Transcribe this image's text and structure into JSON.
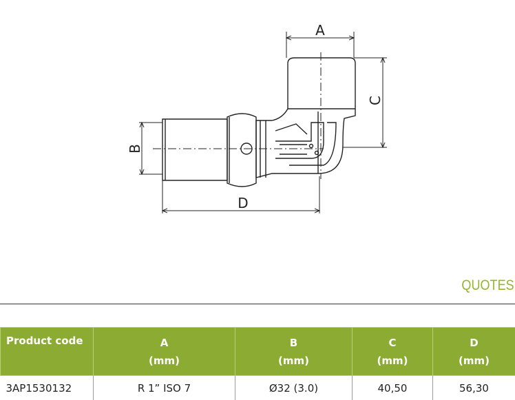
{
  "drawing": {
    "dimension_labels": {
      "a": "A",
      "b": "B",
      "c": "C",
      "d": "D"
    }
  },
  "section_title": "QUOTES",
  "table": {
    "headers": [
      {
        "label": "Product code",
        "unit": ""
      },
      {
        "label": "A",
        "unit": "(mm)"
      },
      {
        "label": "B",
        "unit": "(mm)"
      },
      {
        "label": "C",
        "unit": "(mm)"
      },
      {
        "label": "D",
        "unit": "(mm)"
      }
    ],
    "rows": [
      [
        "3AP1530132",
        "R 1” ISO 7",
        "Ø32 (3.0)",
        "40,50",
        "56,30"
      ]
    ]
  },
  "colors": {
    "header_bg": "#8bab32",
    "title": "#95b52d"
  }
}
